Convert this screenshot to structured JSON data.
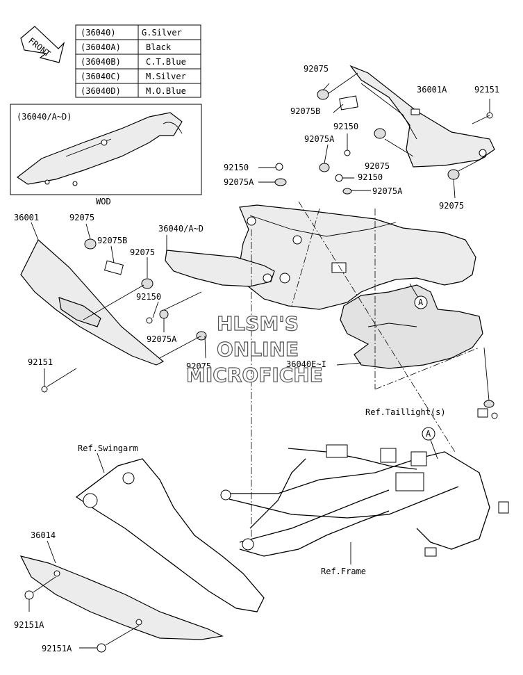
{
  "front_label": "FRONT",
  "color_table": [
    {
      "code": "(36040)",
      "color": "G.Silver"
    },
    {
      "code": "(36040A)",
      "color": "Black"
    },
    {
      "code": "(36040B)",
      "color": "C.T.Blue"
    },
    {
      "code": "(36040C)",
      "color": "M.Silver"
    },
    {
      "code": "(36040D)",
      "color": "M.O.Blue"
    }
  ],
  "inset": {
    "title": "(36040/A~D)",
    "caption": "WOD"
  },
  "watermark": [
    "HLSM'S",
    "ONLINE",
    "MICROFICHE"
  ],
  "callouts": {
    "c92075_top": "92075",
    "c36001A": "36001A",
    "c92151_top": "92151",
    "c92075B_top": "92075B",
    "c92150_top": "92150",
    "c92075A_top": "92075A",
    "c92150_mid": "92150",
    "c92075A_mid": "92075A",
    "c92075_right1": "92075",
    "c92150_right": "92150",
    "c92075A_right": "92075A",
    "c92075_right2": "92075",
    "c36001": "36001",
    "c92075_left1": "92075",
    "c36040AD": "36040/A~D",
    "c92075B_left": "92075B",
    "c92075_left2": "92075",
    "c92150_left": "92150",
    "c92075A_left": "92075A",
    "c92151_left": "92151",
    "c92075_left3": "92075",
    "c36040EI": "36040E~I",
    "ref_taillight": "Ref.Taillight(s)",
    "ref_swingarm": "Ref.Swingarm",
    "c36014": "36014",
    "ref_frame": "Ref.Frame",
    "c92151A_1": "92151A",
    "c92151A_2": "92151A",
    "marker_a1": "A",
    "marker_a2": "A"
  }
}
